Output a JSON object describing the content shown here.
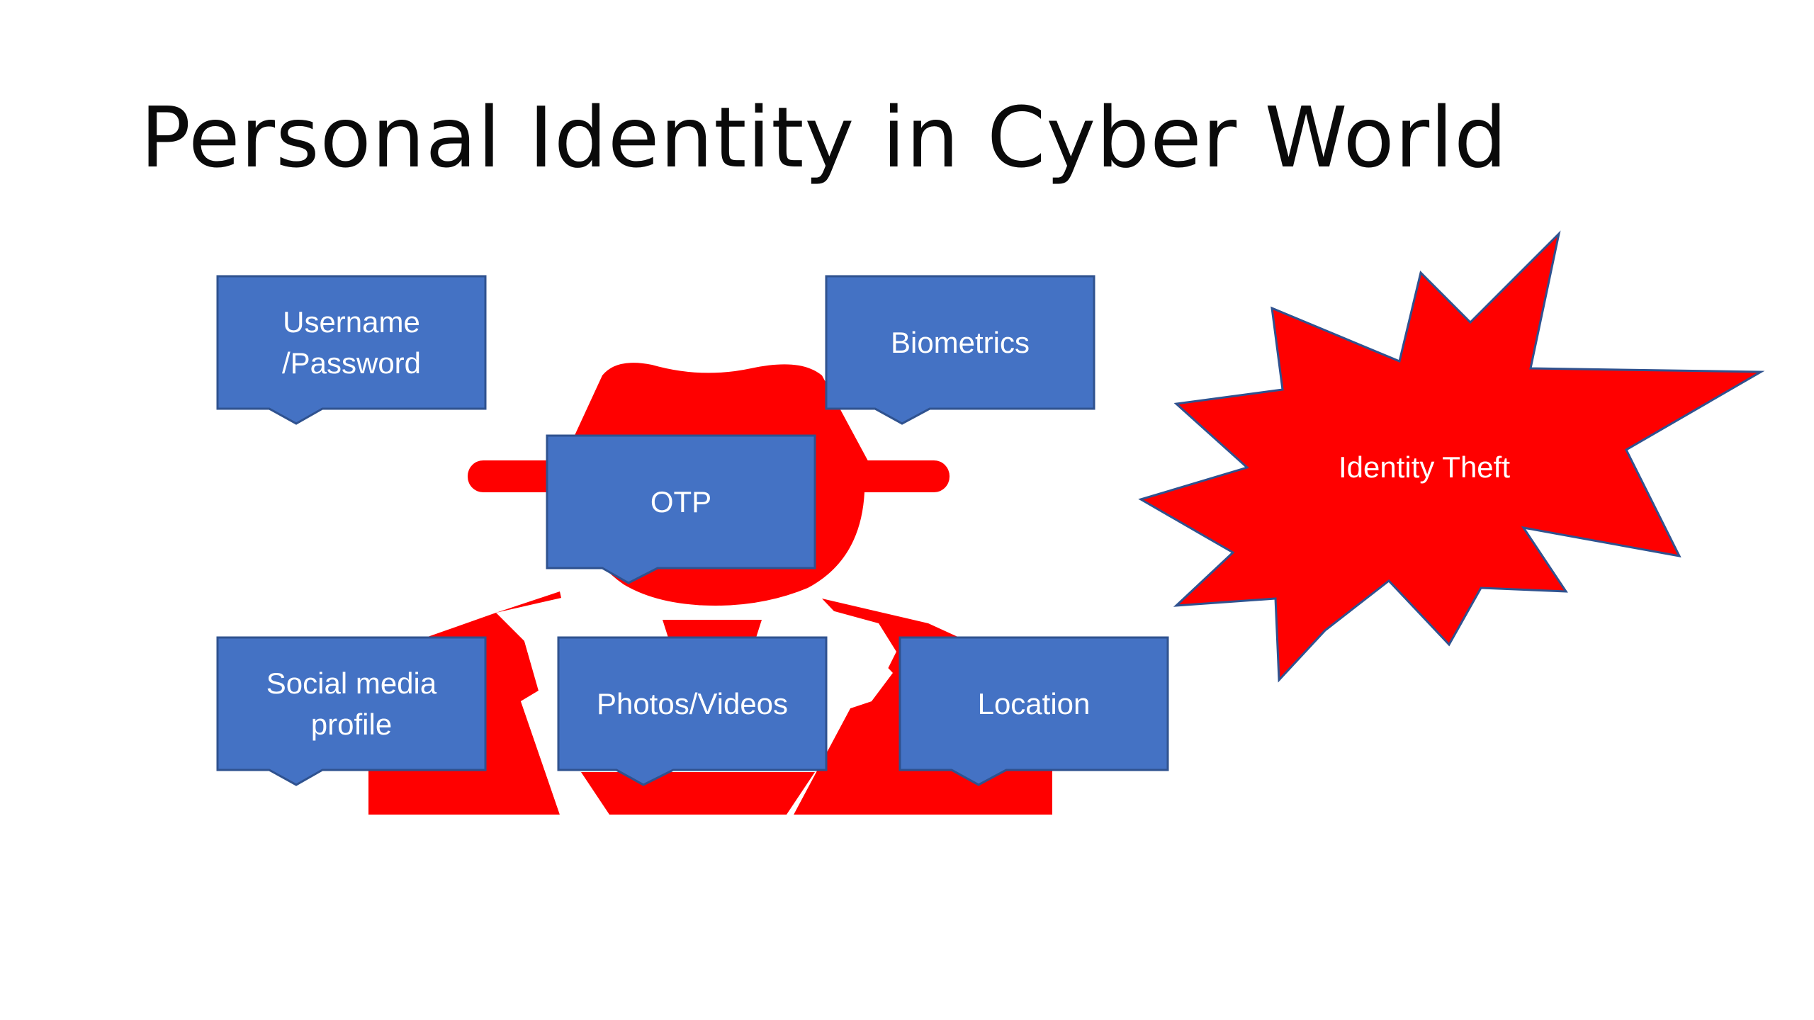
{
  "slide": {
    "title": "Personal Identity in Cyber World"
  },
  "colors": {
    "figure_red": "#ff0000",
    "callout_fill": "#4472c4",
    "callout_border": "#2f528f",
    "text_white": "#ffffff"
  },
  "icons": {
    "figure": "spy-figure-icon",
    "burst": "explosion-burst-shape"
  },
  "callouts": {
    "username_password": "Username\n/Password",
    "biometrics": "Biometrics",
    "otp": "OTP",
    "social_media": "Social media\nprofile",
    "photos_videos": "Photos/Videos",
    "location": "Location"
  },
  "burst": {
    "label": "Identity Theft"
  }
}
